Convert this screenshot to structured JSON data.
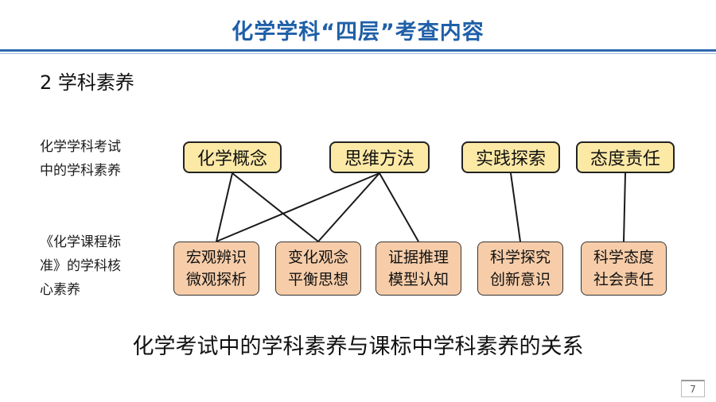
{
  "title": "化学学科“四层”考查内容",
  "section_heading": "2  学科素养",
  "row_labels": {
    "top": [
      "化学学科考试",
      "中的学科素养"
    ],
    "bottom": [
      "《化学课程标",
      "准》的学科核",
      "心素养"
    ]
  },
  "top_boxes": [
    {
      "id": "t1",
      "label": "化学概念"
    },
    {
      "id": "t2",
      "label": "思维方法"
    },
    {
      "id": "t3",
      "label": "实践探索"
    },
    {
      "id": "t4",
      "label": "态度责任"
    }
  ],
  "bottom_boxes": [
    {
      "id": "b1",
      "lines": [
        "宏观辨识",
        "微观探析"
      ]
    },
    {
      "id": "b2",
      "lines": [
        "变化观念",
        "平衡思想"
      ]
    },
    {
      "id": "b3",
      "lines": [
        "证据推理",
        "模型认知"
      ]
    },
    {
      "id": "b4",
      "lines": [
        "科学探究",
        "创新意识"
      ]
    },
    {
      "id": "b5",
      "lines": [
        "科学态度",
        "社会责任"
      ]
    }
  ],
  "connections": [
    {
      "from": "t1",
      "to": "b1"
    },
    {
      "from": "t1",
      "to": "b2"
    },
    {
      "from": "t2",
      "to": "b1"
    },
    {
      "from": "t2",
      "to": "b2"
    },
    {
      "from": "t2",
      "to": "b3"
    },
    {
      "from": "t3",
      "to": "b4"
    },
    {
      "from": "t4",
      "to": "b5"
    }
  ],
  "caption": "化学考试中的学科素养与课标中学科素养的关系",
  "page_number": "7",
  "colors": {
    "title": "#1f5fa8",
    "top_box_fill": "#fde9a6",
    "bottom_box_fill": "#f7cda9",
    "rule": "#2e6bb0"
  }
}
